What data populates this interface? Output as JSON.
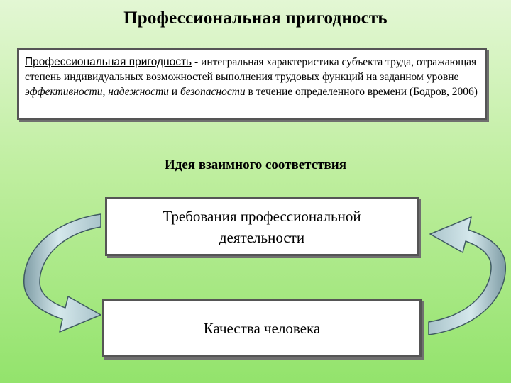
{
  "title": "Профессиональная пригодность",
  "definition": {
    "term": "Профессиональная пригодность",
    "text_part1": " - интегральная характеристика субъекта труда, отражающая степень индивидуальных возможностей выполнения трудовых функций на заданном уровне ",
    "italic1": "эффективности, надежности",
    "text_part2": " и ",
    "italic2": "безопасности",
    "text_part3": " в течение определенного времени (Бодров, 2006)"
  },
  "idea_heading": "Идея взаимного соответствия",
  "boxes": {
    "requirements_line1": "Требования профессиональной",
    "requirements_line2": "деятельности",
    "qualities": "Качества человека"
  },
  "colors": {
    "background_top": "#e3f7d4",
    "background_bottom": "#93e36c",
    "box_border": "#555555",
    "arrow_light": "#d5e8ec",
    "arrow_dark": "#7e9ca5"
  },
  "icons": {
    "left_arrow": "curved-arrow-down-icon",
    "right_arrow": "curved-arrow-up-icon"
  }
}
